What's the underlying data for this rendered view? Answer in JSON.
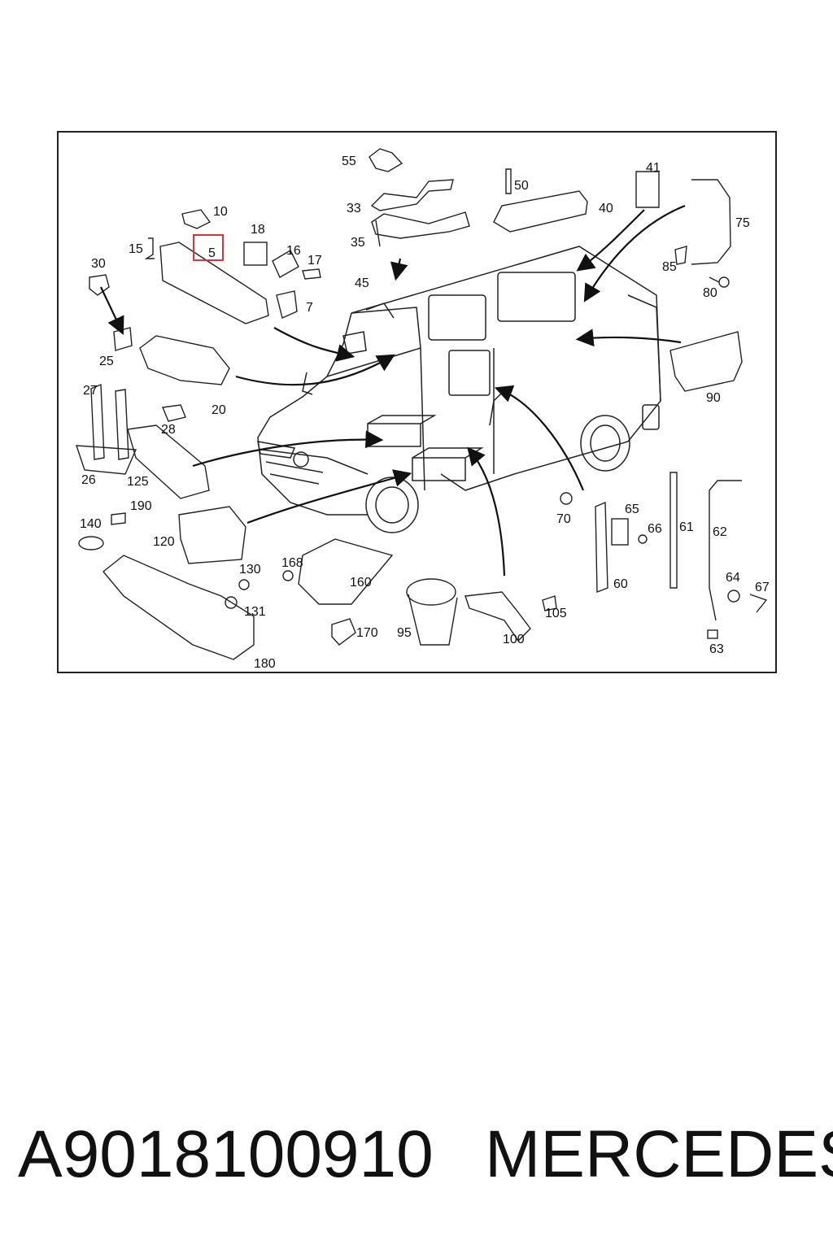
{
  "diagram": {
    "highlight_color": "#e0303a",
    "highlighted_part": "5",
    "callouts": [
      "55",
      "50",
      "41",
      "75",
      "33",
      "40",
      "10",
      "18",
      "16",
      "17",
      "15",
      "5",
      "35",
      "85",
      "30",
      "45",
      "80",
      "7",
      "25",
      "90",
      "27",
      "20",
      "28",
      "125",
      "26",
      "70",
      "65",
      "66",
      "61",
      "62",
      "190",
      "140",
      "120",
      "168",
      "160",
      "130",
      "60",
      "64",
      "67",
      "131",
      "105",
      "95",
      "170",
      "100",
      "63",
      "180"
    ]
  },
  "footer": {
    "part_number": "A9018100910",
    "brand": "MERCEDES"
  }
}
